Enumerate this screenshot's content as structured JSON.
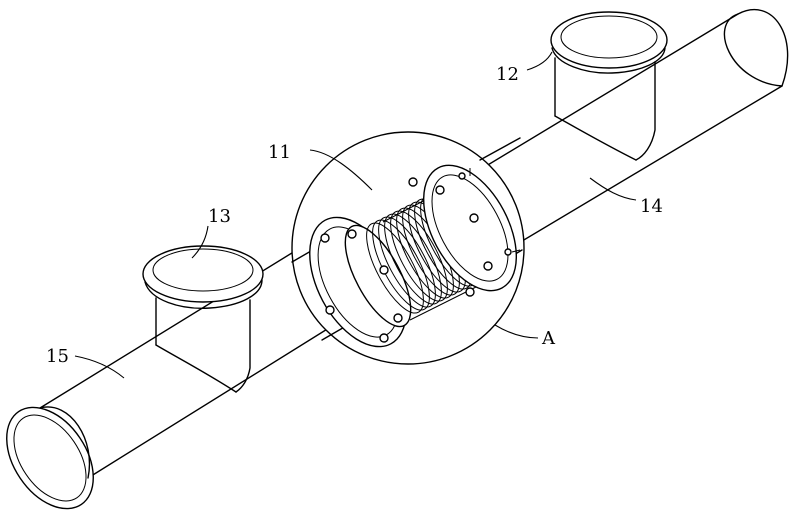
{
  "labels": {
    "l11": "11",
    "l12": "12",
    "l13": "13",
    "l14": "14",
    "l15": "15",
    "lA": "A"
  }
}
